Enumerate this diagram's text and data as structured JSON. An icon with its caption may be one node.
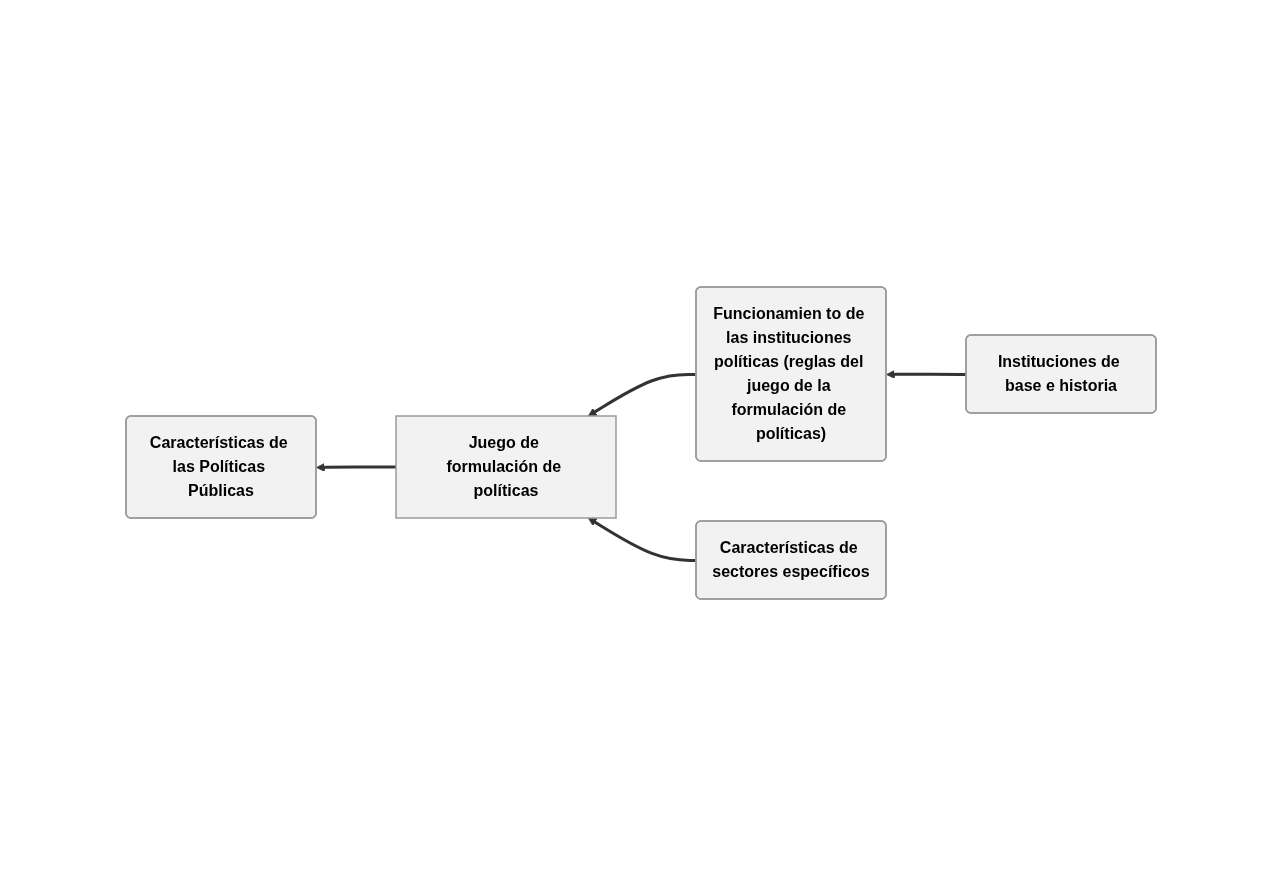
{
  "diagram": {
    "nodes": [
      {
        "text": [
          "Características de las Políticas Públicas"
        ]
      },
      {
        "text": [
          "Juego de formulación de políticas"
        ]
      },
      {
        "text": [
          "Funcionamien to de las instituciones políticas (reglas del juego de la formulación de políticas)"
        ]
      },
      {
        "text": [
          "Características de sectores específicos"
        ]
      },
      {
        "text": [
          "Instituciones de base e historia"
        ]
      }
    ],
    "edges": [
      {
        "from": 1,
        "to": 0,
        "arrow": "to"
      },
      {
        "from": 2,
        "to": 1,
        "arrow": "to"
      },
      {
        "from": 3,
        "to": 1,
        "arrow": "to"
      },
      {
        "from": 4,
        "to": 2,
        "arrow": "to"
      }
    ]
  }
}
